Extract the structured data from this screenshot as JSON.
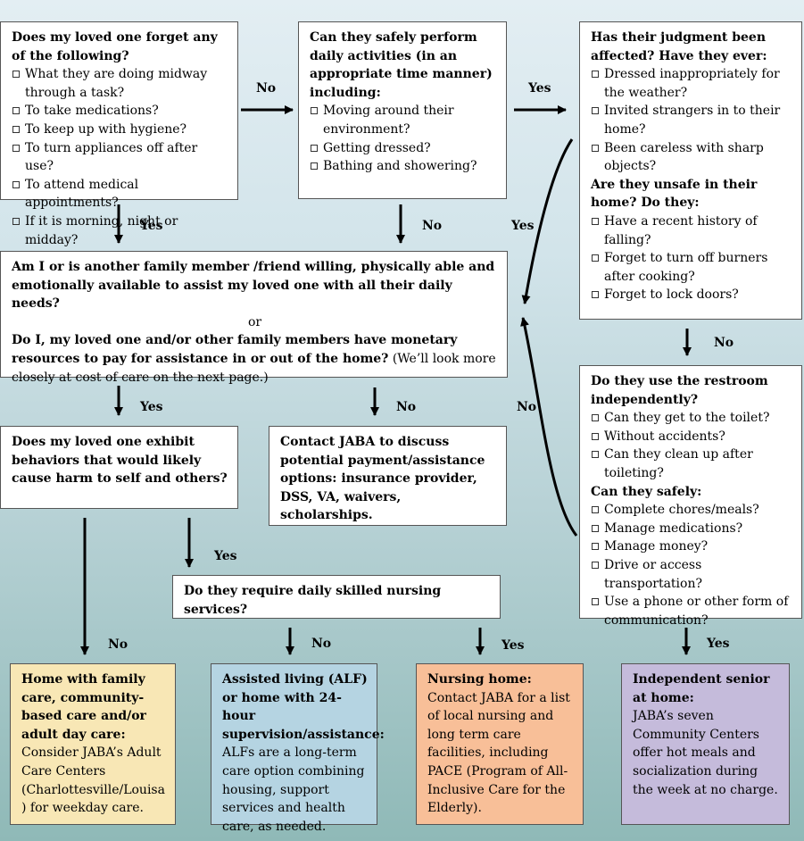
{
  "q_forget": {
    "title": "Does my loved one forget any of the following?",
    "items": [
      "What they are doing midway through a task?",
      "To take medications?",
      "To keep up with hygiene?",
      "To turn appliances off after use?",
      "To attend medical appointments?",
      "If it is morning, night or midday?"
    ]
  },
  "q_daily": {
    "title": "Can they safely perform daily activities (in an appropriate time manner) including:",
    "items": [
      "Moving around their environment?",
      "Getting dressed?",
      "Bathing and showering?"
    ]
  },
  "q_judgment": {
    "title": "Has their judgment been affected? Have they ever:",
    "items": [
      "Dressed inappropriately for the weather?",
      "Invited strangers in to their home?",
      "Been careless with sharp objects?"
    ],
    "title2": "Are they unsafe in their home? Do they:",
    "items2": [
      "Have a recent history of falling?",
      "Forget to turn off burners after cooking?",
      "Forget to lock doors?"
    ]
  },
  "q_family": {
    "line1": "Am I or is another family member /friend willing, physically able and emotionally available to assist my loved one with all their daily needs?",
    "or": "or",
    "line2": "Do I, my loved one and/or other family members have monetary resources to pay for assistance in or out of the home?",
    "line2_note": "(We’ll look more closely at cost of care on the next page.)"
  },
  "q_restroom": {
    "title": "Do they use the restroom independently?",
    "items": [
      "Can they get to the toilet?",
      "Without accidents?",
      "Can they clean up after toileting?"
    ],
    "title2": "Can they safely:",
    "items2": [
      "Complete chores/meals?",
      "Manage medications?",
      "Manage money?",
      "Drive or access transportation?",
      "Use a phone or other form of communication?"
    ]
  },
  "q_behavior": {
    "title": "Does my loved one exhibit behaviors that would likely cause harm to self and others?"
  },
  "contact_jaba": {
    "title": "Contact JABA to discuss potential payment/assistance options: insurance provider, DSS, VA, waivers, scholarships."
  },
  "q_nursing": {
    "title": "Do they require daily skilled nursing services?"
  },
  "outcome_home": {
    "title": "Home with family care, community-based care and/or adult day care:",
    "body": "Consider JABA’s Adult Care Centers (Charlottesville/Louisa ) for weekday care.",
    "color": "#f8e7b5"
  },
  "outcome_alf": {
    "title": "Assisted living (ALF) or home with 24-hour supervision/assistance:",
    "body": "ALFs are a long-term care option combining housing, support services and health care, as needed.",
    "color": "#b5d4e2"
  },
  "outcome_nursing": {
    "title": "Nursing home:",
    "body": "Contact JABA for a list of local nursing and long term care facilities, including PACE (Program of All-Inclusive Care for the Elderly).",
    "color": "#f8bf98"
  },
  "outcome_independent": {
    "title": "Independent senior at home:",
    "body": "JABA’s seven Community Centers offer hot meals and socialization during the week at no charge.",
    "color": "#c5bbdb"
  },
  "labels": {
    "forget_no": "No",
    "daily_yes": "Yes",
    "forget_yes": "Yes",
    "daily_no": "No",
    "judgment_yes": "Yes",
    "judgment_no": "No",
    "restroom_no": "No",
    "family_yes": "Yes",
    "family_no": "No",
    "behavior_yes": "Yes",
    "behavior_no": "No",
    "nursing_no": "No",
    "nursing_yes": "Yes",
    "restroom_yes": "Yes"
  }
}
